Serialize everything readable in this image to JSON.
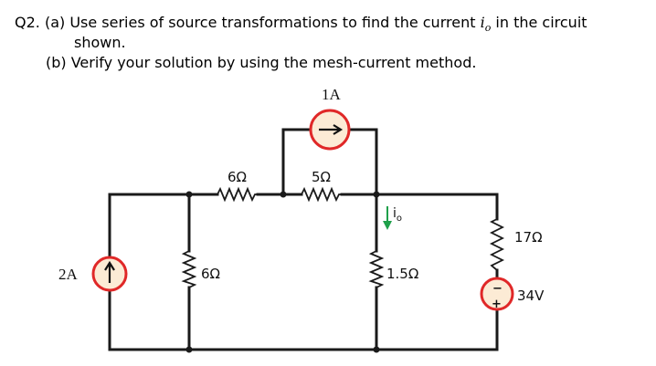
{
  "question": {
    "line1_prefix": "Q2. (a) Use series of source transformations to find the current ",
    "current_symbol": "i",
    "current_sub": "o",
    "line1_suffix": " in the circuit",
    "line2": "shown.",
    "line3": "(b) Verify your solution by using the mesh-current method."
  },
  "circuit": {
    "source_1A_label": "1A",
    "source_2A_label": "2A",
    "res_top6_label": "6Ω",
    "res_top5_label": "5Ω",
    "res_shunt6_label": "6Ω",
    "res_1p5_label": "1.5Ω",
    "res_17_label": "17Ω",
    "source_34V_label": "34V",
    "io_label": "i",
    "io_sub": "o",
    "plus_sign": "+",
    "minus_sign": "−",
    "colors": {
      "source_fill": "#fcebd5",
      "source_stroke": "#e02828",
      "io_arrow": "#1fa04a",
      "wire": "#1a1a1a"
    }
  }
}
